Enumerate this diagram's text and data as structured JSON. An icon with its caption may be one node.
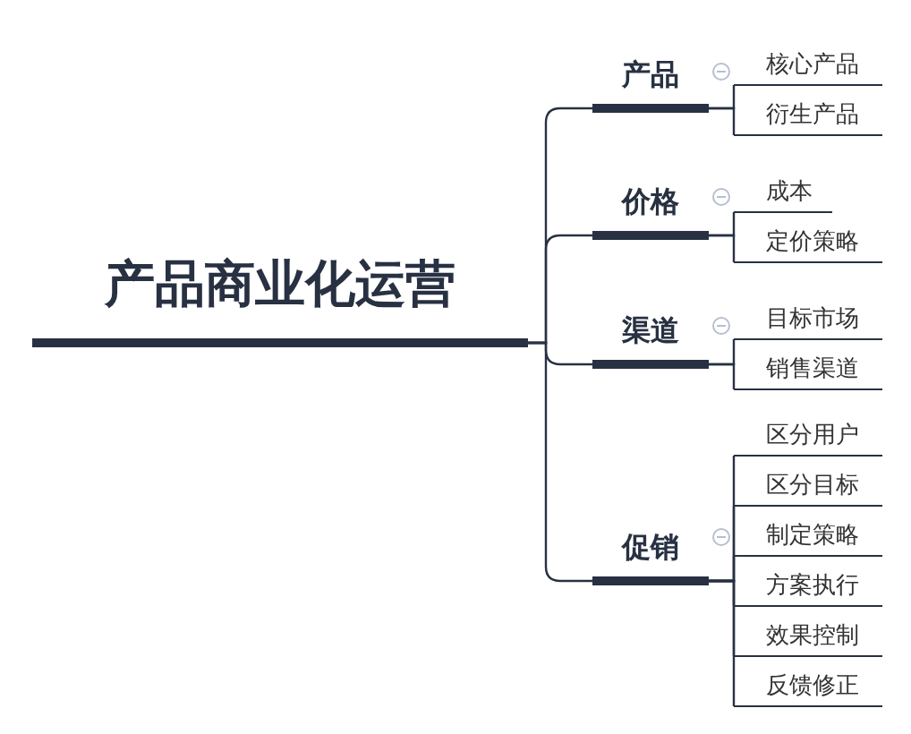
{
  "diagram": {
    "nodes": [
      {
        "text": [
          "产品商业化运营"
        ]
      },
      {
        "text": [
          "产品"
        ]
      },
      {
        "text": [
          "核心产品"
        ]
      },
      {
        "text": [
          "衍生产品"
        ]
      },
      {
        "text": [
          "价格"
        ]
      },
      {
        "text": [
          "成本"
        ]
      },
      {
        "text": [
          "定价策略"
        ]
      },
      {
        "text": [
          "渠道"
        ]
      },
      {
        "text": [
          "目标市场"
        ]
      },
      {
        "text": [
          "销售渠道"
        ]
      },
      {
        "text": [
          "促销"
        ]
      },
      {
        "text": [
          "区分用户"
        ]
      },
      {
        "text": [
          "区分目标"
        ]
      },
      {
        "text": [
          "制定策略"
        ]
      },
      {
        "text": [
          "方案执行"
        ]
      },
      {
        "text": [
          "效果控制"
        ]
      },
      {
        "text": [
          "反馈修正"
        ]
      }
    ],
    "edges": [
      {
        "from": 0,
        "to": 1,
        "arrow": "none"
      },
      {
        "from": 0,
        "to": 4,
        "arrow": "none"
      },
      {
        "from": 0,
        "to": 7,
        "arrow": "none"
      },
      {
        "from": 0,
        "to": 10,
        "arrow": "none"
      },
      {
        "from": 1,
        "to": 2,
        "arrow": "none"
      },
      {
        "from": 1,
        "to": 3,
        "arrow": "none"
      },
      {
        "from": 4,
        "to": 5,
        "arrow": "none"
      },
      {
        "from": 4,
        "to": 6,
        "arrow": "none"
      },
      {
        "from": 7,
        "to": 8,
        "arrow": "none"
      },
      {
        "from": 7,
        "to": 9,
        "arrow": "none"
      },
      {
        "from": 10,
        "to": 11,
        "arrow": "none"
      },
      {
        "from": 10,
        "to": 12,
        "arrow": "none"
      },
      {
        "from": 10,
        "to": 13,
        "arrow": "none"
      },
      {
        "from": 10,
        "to": 14,
        "arrow": "none"
      },
      {
        "from": 10,
        "to": 15,
        "arrow": "none"
      },
      {
        "from": 10,
        "to": 16,
        "arrow": "none"
      }
    ]
  }
}
